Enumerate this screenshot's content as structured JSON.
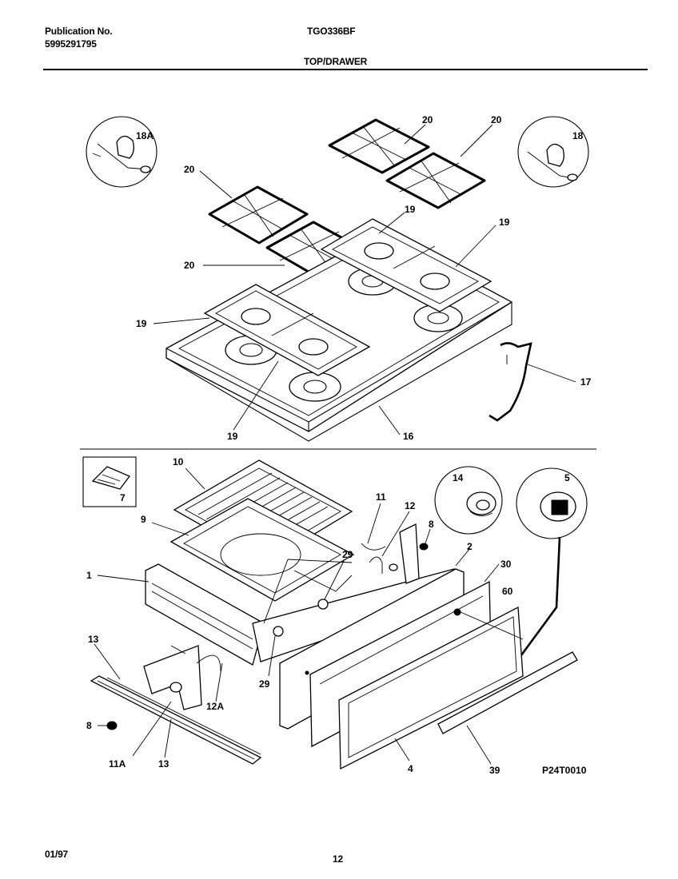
{
  "header": {
    "publication_label": "Publication No.",
    "publication_number": "5995291795",
    "model": "TGO336BF",
    "section": "TOP/DRAWER"
  },
  "callouts": {
    "c18A": "18A",
    "c18": "18",
    "c20a": "20",
    "c20b": "20",
    "c20c": "20",
    "c20d": "20",
    "c19a": "19",
    "c19b": "19",
    "c19c": "19",
    "c19d": "19",
    "c17": "17",
    "c16": "16",
    "c7": "7",
    "c10": "10",
    "c9": "9",
    "c1": "1",
    "c11": "11",
    "c12": "12",
    "c8a": "8",
    "c14": "14",
    "c5": "5",
    "c2": "2",
    "c30": "30",
    "c60": "60",
    "c29a": "29",
    "c29b": "29",
    "c13a": "13",
    "c13b": "13",
    "c12A": "12A",
    "c8b": "8",
    "c11A": "11A",
    "c4": "4",
    "c39": "39",
    "diagram_code": "P24T0010"
  },
  "footer": {
    "date": "01/97",
    "page": "12"
  }
}
